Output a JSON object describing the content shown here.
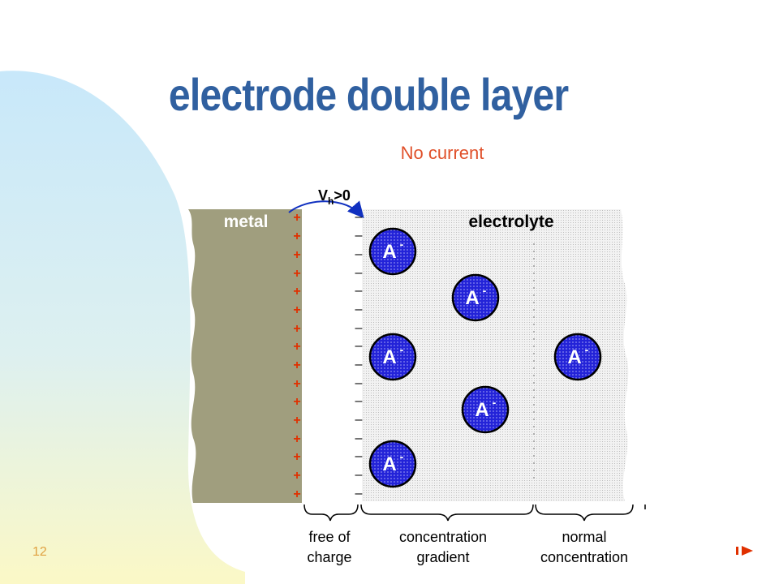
{
  "slide": {
    "title": "electrode double layer",
    "subtitle": "No current",
    "page_number": "12"
  },
  "diagram": {
    "voltage_label": "V",
    "voltage_subscript": "h",
    "voltage_suffix": ">0",
    "metal_label": "metal",
    "electrolyte_label": "electrolyte",
    "ion_label": "A",
    "ion_charge": "-",
    "positive_sign": "+",
    "negative_sign": "–",
    "regions": [
      {
        "line1": "free of",
        "line2": "charge"
      },
      {
        "line1": "concentration",
        "line2": "gradient"
      },
      {
        "line1": "normal",
        "line2": "concentration"
      }
    ],
    "colors": {
      "metal": "#A09E7E",
      "ion": "#1A1AC0",
      "title": "#3060A0",
      "subtitle": "#E0502A",
      "signs": "#E03000",
      "background_wave": "#CCEBFA",
      "background_wave_bottom": "#FAF8C8"
    }
  }
}
